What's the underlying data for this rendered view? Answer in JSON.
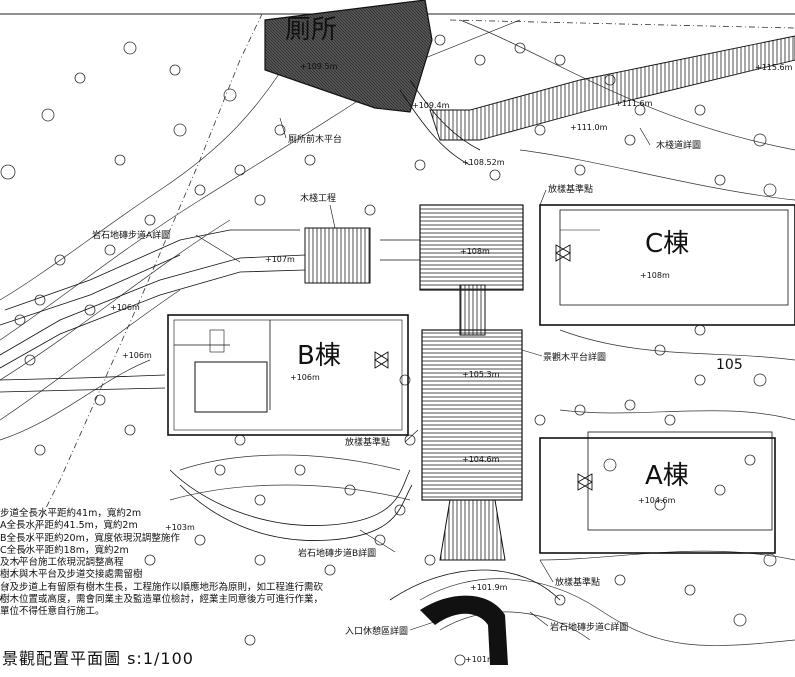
{
  "drawing_title": "景觀配置平面圖 s:1/100",
  "buildings": {
    "a": "A棟",
    "b": "B棟",
    "c": "C棟",
    "restroom": "厠所"
  },
  "labels": {
    "restroom_deck": "厠所前木平台",
    "wood_stair_detail": "木棧道詳圖",
    "wood_bridge": "木棧工程",
    "rock_path_a": "岩石地磚步道A詳圖",
    "rock_path_b": "岩石地磚步道B詳圖",
    "rock_path_c": "岩石地磚步道C詳圖",
    "deck_detail": "景觀木平台詳圖",
    "entrance_detail": "入口休憩區詳圖",
    "benchmark": "放樣基準點",
    "contour_105": "105"
  },
  "elevations": {
    "e1": "+109.5m",
    "e2": "+109.4m",
    "e3": "+111.0m",
    "e4": "+111.6m",
    "e5": "+115.6m",
    "e6": "+108.52m",
    "e7": "+108m",
    "e8": "+108m",
    "e9": "+107m",
    "e10": "+106m",
    "e11": "+106m",
    "e12": "+106m",
    "e13": "+105.3m",
    "e14": "+104.6m",
    "e15": "+104.6m",
    "e16": "+103m",
    "e17": "+101.9m",
    "e18": "+101m"
  },
  "notes": [
    "步道全長水平距約41m，寬約2m",
    "A全長水平距約41.5m，寬約2m",
    "B全長水平距約20m，寬度依現況調整施作",
    "C全長水平距約18m，寬約2m",
    "及木平台施工依現況調整高程",
    "樹木與木平台及步道交接處需留樹",
    "台及步道上有留原有樹木生長，工程施作以順應地形為原則，如工程進行需砍",
    "樹木位置或高度，需會同業主及監造單位檢討，經業主同意後方可進行作業，",
    "單位不得任意自行施工。"
  ]
}
